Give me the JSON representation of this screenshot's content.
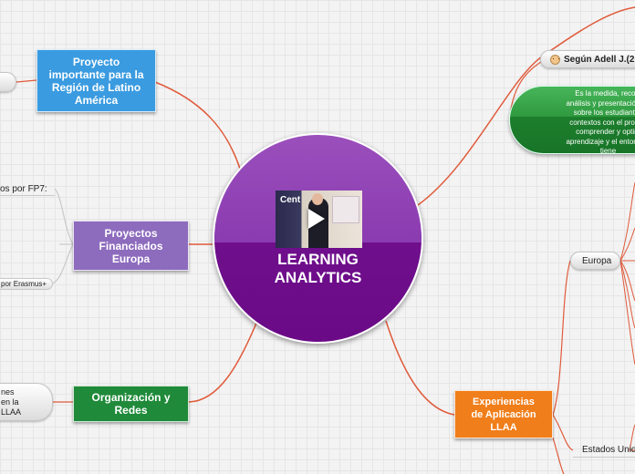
{
  "center": {
    "title": "LEARNING\nANALYTICS",
    "video": {
      "icon": "play-icon",
      "thumb_caption": "Cent"
    }
  },
  "branches": {
    "latam": {
      "label": "Proyecto\nimportante para la\nRegión de Latino\nAmérica",
      "color": "#3a9be0"
    },
    "europe_funded": {
      "label": "Proyectos\nFinanciados\nEuropa",
      "color": "#8d6bbd"
    },
    "networks": {
      "label": "Organización y\nRedes",
      "color": "#1f8a3a"
    },
    "experiences": {
      "label": "Experiencias\nde Aplicación\nLLAA",
      "color": "#f07e1a"
    }
  },
  "subnodes": {
    "fp7": "os por FP7:",
    "erasmus": "por Erasmus+",
    "networks_partial": "nes\nen la\nLLAA",
    "adell": "Según Adell J.(2",
    "definition": "Es la medida, recole\nanálisis y presentación de\nsobre los estudiantes\ncontextos con el propós\ncomprender y optim\naprendizaje y el entorno e\ntiene",
    "europa": "Europa",
    "usa": "Estados Unid"
  },
  "colors": {
    "link": "#e05a3a",
    "link_grey": "#c9c9c9"
  }
}
